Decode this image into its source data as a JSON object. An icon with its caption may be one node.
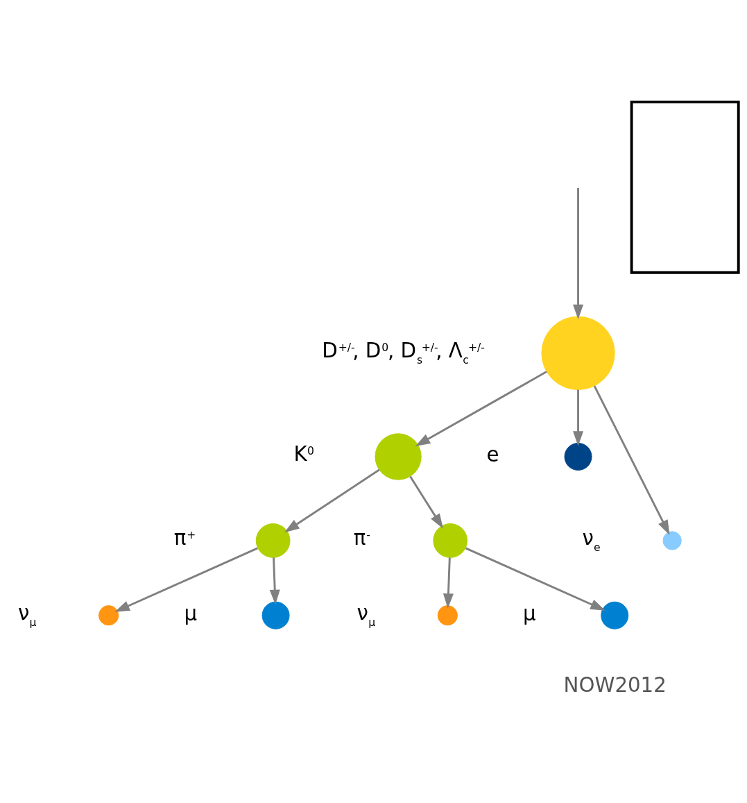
{
  "diagram": {
    "nodes": [
      {
        "text": [],
        "shape": "circle",
        "beside": [
          "D$^{+/-}$, D$^{0}$, D$_{s}$$^{+/-}$, Λ$_{c}$$^{+/-}$"
        ]
      },
      {
        "text": [],
        "shape": "circle",
        "beside": [
          "K$^{0}$"
        ]
      },
      {
        "text": [],
        "shape": "circle",
        "beside": [
          "π$^{+}$"
        ]
      },
      {
        "text": [],
        "shape": "circle",
        "beside": [
          "π$^{-}$"
        ]
      },
      {
        "text": [],
        "shape": "circle",
        "beside": [
          "e"
        ]
      },
      {
        "text": [],
        "shape": "circle",
        "beside": [
          "ν$_{e}$"
        ]
      },
      {
        "text": [],
        "shape": "circle",
        "beside": [
          "ν$_{μ}$"
        ]
      },
      {
        "text": [],
        "shape": "circle",
        "beside": [
          "μ"
        ]
      },
      {
        "text": [],
        "shape": "circle",
        "beside": [
          "ν$_{μ}$"
        ]
      },
      {
        "text": [],
        "shape": "circle",
        "beside": [
          "μ"
        ]
      },
      {
        "text": [],
        "shape": "box"
      }
    ],
    "edges": [
      {
        "from": null,
        "to": 0,
        "arrow": "to"
      },
      {
        "from": 0,
        "to": 1,
        "arrow": "to"
      },
      {
        "from": 0,
        "to": 4,
        "arrow": "to"
      },
      {
        "from": 0,
        "to": 5,
        "arrow": "to"
      },
      {
        "from": 1,
        "to": 2,
        "arrow": "to"
      },
      {
        "from": 1,
        "to": 3,
        "arrow": "to"
      },
      {
        "from": 2,
        "to": 7,
        "arrow": "to"
      },
      {
        "from": 2,
        "to": 6,
        "arrow": "to"
      },
      {
        "from": 3,
        "to": 8,
        "arrow": "to"
      },
      {
        "from": 3,
        "to": 9,
        "arrow": "to"
      }
    ],
    "labels": [
      "NOW2012"
    ]
  }
}
